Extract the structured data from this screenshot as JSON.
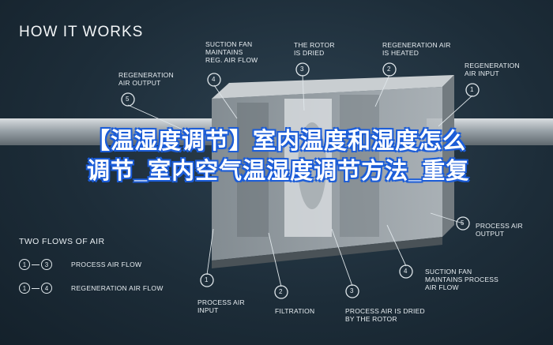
{
  "title": "HOW IT WORKS",
  "overlay_text": "【温湿度调节】室内温度和湿度怎么调节_室内空气温湿度调节方法_重复",
  "callouts_top": [
    {
      "num": "5",
      "label": "REGENERATION\nAIR OUTPUT"
    },
    {
      "num": "4",
      "label": "SUCTION FAN\nMAINTAINS\nREG. AIR FLOW"
    },
    {
      "num": "3",
      "label": "THE ROTOR\nIS DRIED"
    },
    {
      "num": "2",
      "label": "REGENERATION AIR\nIS HEATED"
    },
    {
      "num": "1",
      "label": "REGENERATION\nAIR INPUT"
    }
  ],
  "callouts_bottom": [
    {
      "num": "1",
      "label": "PROCESS AIR\nINPUT"
    },
    {
      "num": "2",
      "label": "FILTRATION"
    },
    {
      "num": "3",
      "label": "PROCESS AIR IS DRIED\nBY THE ROTOR"
    },
    {
      "num": "4",
      "label": "SUCTION FAN\nMAINTAINS PROCESS\nAIR FLOW"
    },
    {
      "num": "5",
      "label": "PROCESS AIR\nOUTPUT"
    }
  ],
  "flows": {
    "title": "TWO FLOWS OF AIR",
    "items": [
      {
        "from": "1",
        "to": "3",
        "label": "PROCESS AIR FLOW"
      },
      {
        "from": "1",
        "to": "4",
        "label": "REGENERATION AIR FLOW"
      }
    ]
  },
  "colors": {
    "background": "#1d2d39",
    "overlay_stroke": "#1e5fd9",
    "line": "#dfe6ea"
  }
}
